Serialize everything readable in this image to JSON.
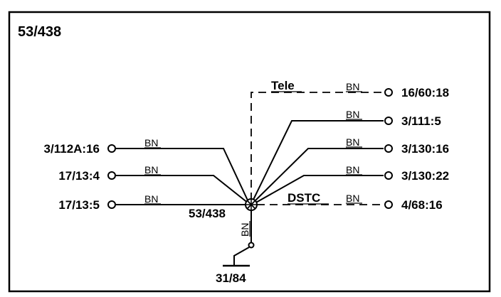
{
  "title": "53/438",
  "splice": {
    "label": "53/438"
  },
  "ground": {
    "label": "31/84",
    "wire_color": "BN"
  },
  "left_wires": [
    {
      "terminal": "3/112A:16",
      "wire_color": "BN"
    },
    {
      "terminal": "17/13:4",
      "wire_color": "BN"
    },
    {
      "terminal": "17/13:5",
      "wire_color": "BN"
    }
  ],
  "right_wires": [
    {
      "terminal": "16/60:18",
      "wire_color": "BN",
      "group": "Tele",
      "style": "dashed"
    },
    {
      "terminal": "3/111:5",
      "wire_color": "BN",
      "style": "solid"
    },
    {
      "terminal": "3/130:16",
      "wire_color": "BN",
      "style": "solid"
    },
    {
      "terminal": "3/130:22",
      "wire_color": "BN",
      "style": "solid"
    },
    {
      "terminal": "4/68:16",
      "wire_color": "BN",
      "group": "DSTC",
      "style": "dashed"
    }
  ]
}
